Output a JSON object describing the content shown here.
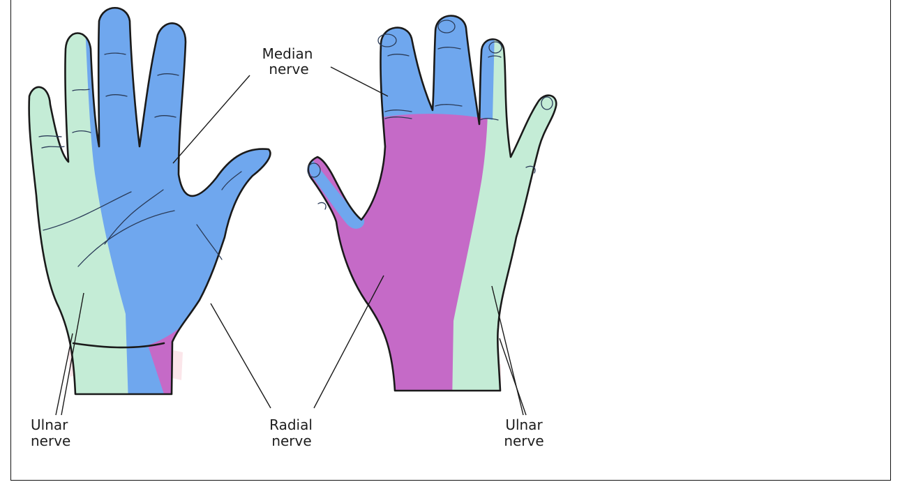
{
  "labels": {
    "median_line1": "Median",
    "median_line2": "nerve",
    "ulnar_left_line1": "Ulnar",
    "ulnar_left_line2": "nerve",
    "radial_line1": "Radial",
    "radial_line2": "nerve",
    "ulnar_right_line1": "Ulnar",
    "ulnar_right_line2": "nerve"
  },
  "colors": {
    "median": "#6fa7ee",
    "ulnar": "#c4ecd6",
    "radial": "#c56ac7",
    "wrist": "#fbe6ea",
    "outline": "#1a1a1a"
  }
}
